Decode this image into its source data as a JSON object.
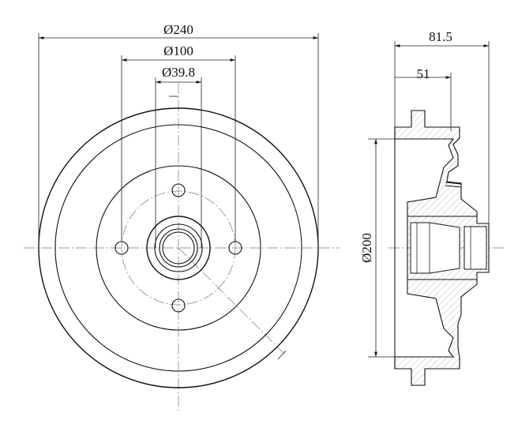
{
  "front_view": {
    "dims": {
      "outer_diameter": "Ø240",
      "bolt_circle": "Ø100",
      "center_bore": "Ø39.8"
    }
  },
  "side_view": {
    "dims": {
      "overall_width": "81.5",
      "hub_width": "51",
      "inner_diameter": "Ø200"
    }
  }
}
